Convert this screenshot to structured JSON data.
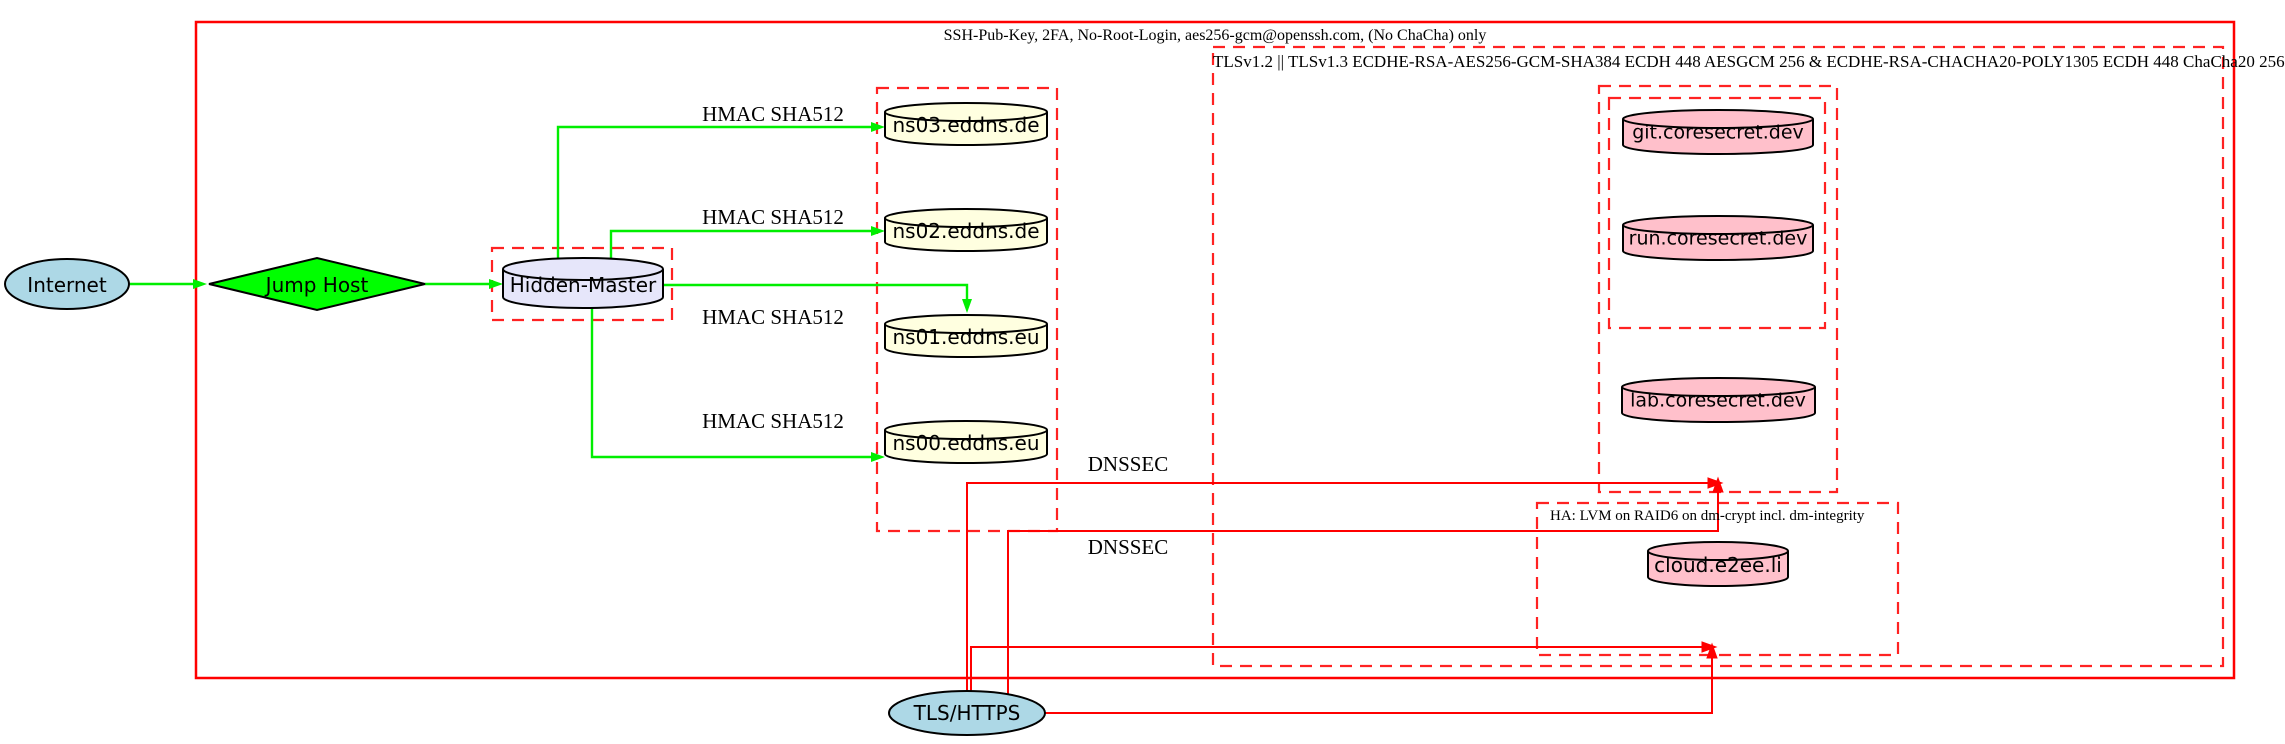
{
  "diagram": {
    "clusters": {
      "ssh_label": "SSH-Pub-Key, 2FA, No-Root-Login, aes256-gcm@openssh.com, (No ChaCha) only",
      "tls_label": "TLSv1.2 || TLSv1.3 ECDHE-RSA-AES256-GCM-SHA384 ECDH 448 AESGCM 256 & ECDHE-RSA-CHACHA20-POLY1305 ECDH 448 ChaCha20 256",
      "ha_label": "HA: LVM on RAID6 on dm-crypt incl. dm-integrity"
    },
    "nodes": {
      "internet": "Internet",
      "jump_host": "Jump Host",
      "hidden_master": "Hidden-Master",
      "ns03": "ns03.eddns.de",
      "ns02": "ns02.eddns.de",
      "ns01": "ns01.eddns.eu",
      "ns00": "ns00.eddns.eu",
      "git": "git.coresecret.dev",
      "run": "run.coresecret.dev",
      "lab": "lab.coresecret.dev",
      "cloud": "cloud.e2ee.li",
      "tls_https": "TLS/HTTPS"
    },
    "edge_labels": {
      "hmac_ns03": "HMAC SHA512",
      "hmac_ns02": "HMAC SHA512",
      "hmac_ns01": "HMAC SHA512",
      "hmac_ns00": "HMAC SHA512",
      "dnssec_top": "DNSSEC",
      "dnssec_bottom": "DNSSEC"
    },
    "colors": {
      "secure_edge_green": "#00ee00",
      "tls_edge_red": "#ff0000",
      "cluster_border_red": "#ff2222",
      "internet_fill": "#add8e6",
      "jump_host_fill": "#00ff00",
      "hidden_master_fill": "#e6e6fa",
      "nameserver_fill": "#ffffe0",
      "web_node_fill": "#ffc0cb",
      "node_border": "#000000"
    }
  }
}
